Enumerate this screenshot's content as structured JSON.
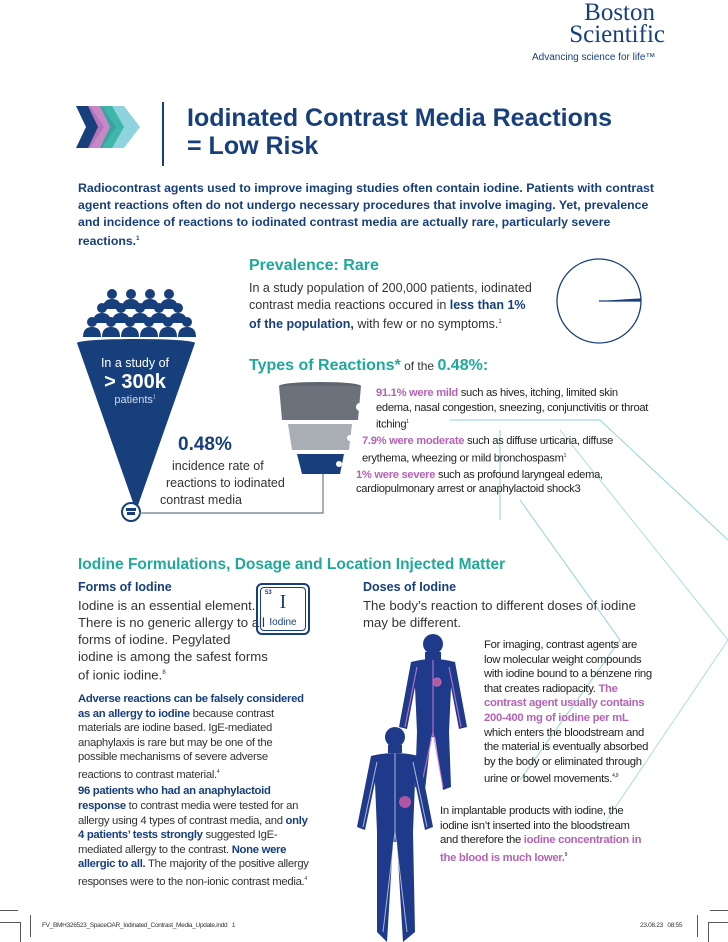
{
  "logo": {
    "line1": "Boston",
    "line2": "Scientific",
    "tagline": "Advancing science for life™"
  },
  "title": {
    "line1": "Iodinated Contrast Media Reactions",
    "line2": "= Low Risk"
  },
  "intro": "Radiocontrast agents used to improve imaging studies often contain iodine. Patients with contrast agent reactions often do not undergo necessary procedures that involve imaging. Yet, prevalence and incidence of reactions to iodinated contrast media are actually rare, particularly severe reactions.",
  "intro_ref": "1",
  "prevalence": {
    "heading": "Prevalence: Rare",
    "text": "In a study population of 200,000 patients, iodinated contrast media reactions occured in ",
    "bold": "less than 1% of the population,",
    "rest": " with few or no symptoms.",
    "ref": "1",
    "pie_fraction": 0.01
  },
  "funnel": {
    "line1": "In a study of",
    "line2": "> 300k",
    "line3": "patients",
    "ref": "1",
    "pct": "0.48%",
    "desc": [
      "incidence rate of",
      "reactions to iodinated",
      "contrast media"
    ]
  },
  "types": {
    "heading": "Types of Reactions*",
    "of_the": " of the ",
    "pct": "0.48%:",
    "items": [
      {
        "hl": "91.1% were mild",
        "text": " such as hives, itching, limited skin edema, nasal congestion, sneezing, conjunctivitis or throat itching",
        "ref": "1"
      },
      {
        "hl": "7.9% were moderate",
        "text": " such as diffuse urticaria, diffuse erythema, wheezing or mild bronchospasm",
        "ref": "1"
      },
      {
        "hl": "1% were severe",
        "text": " such as profound laryngeal edema, cardiopulmonary arrest or anaphylactoid shock3",
        "ref": ""
      }
    ]
  },
  "section2": {
    "heading": "Iodine Formulations, Dosage and Location Injected Matter"
  },
  "forms": {
    "heading": "Forms of Iodine",
    "text": "Iodine is an essential element. There is no generic allergy to all forms of iodine. Pegylated iodine is among the safest forms of ionic iodine.",
    "ref": "8",
    "element": {
      "number": "53",
      "symbol": "I",
      "name": "Iodine"
    },
    "p1_bold": "Adverse reactions can be falsely considered as an allergy to iodine",
    "p1": " because contrast materials are iodine based. IgE-mediated anaphylaxis is rare but may be one of the possible mechanisms of severe adverse reactions to contrast material.",
    "p1_ref": "4",
    "p2_bold1": "96 patients who had an anaphylactoid response",
    "p2_a": " to contrast media were tested for an allergy using 4 types of contrast media, and ",
    "p2_bold2": "only 4 patients’ tests strongly",
    "p2_b": " suggested IgE-mediated allergy to the contrast. ",
    "p2_bold3": "None were allergic to all.",
    "p2_c": " The majority of the positive allergy responses were to the non-ionic contrast media.",
    "p2_ref": "4"
  },
  "doses": {
    "heading": "Doses of Iodine",
    "text": "The body’s reaction to different doses of iodine may be different.",
    "p1": "For imaging, contrast agents are low molecular weight compounds with iodine bound to a benzene ring that creates radiopacity. ",
    "p1_hl": "The contrast agent usually contains 200-400 mg of iodine per mL",
    "p1_b": " which enters the bloodstream and the material is eventually absorbed by the body or eliminated through urine or bowel movements.",
    "p1_ref": "4,9",
    "p2": "In implantable products with iodine, the iodine isn’t inserted into the bloodstream and therefore the ",
    "p2_hl": "iodine concentration in the blood is much lower.",
    "p2_ref": "9"
  },
  "footer": {
    "file": "FV_BMH326523_SpaceOAR_Iodinated_Contrast_Media_Update.indd   1",
    "date": "23.08.23   08:55"
  },
  "colors": {
    "navy": "#173f7c",
    "teal": "#1fa99b",
    "pink": "#b463b5"
  }
}
